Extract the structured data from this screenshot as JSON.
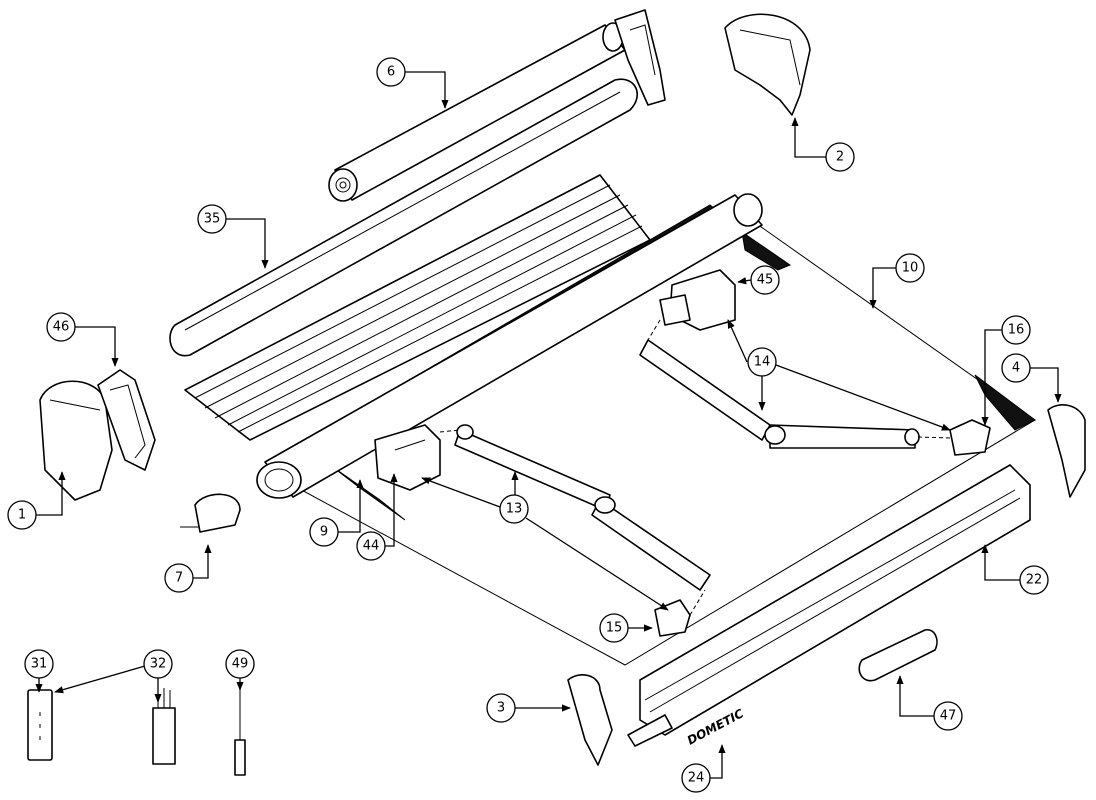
{
  "diagram": {
    "brand": "DOMETIC",
    "callouts": [
      {
        "id": "c1",
        "label": "1"
      },
      {
        "id": "c2",
        "label": "2"
      },
      {
        "id": "c3",
        "label": "3"
      },
      {
        "id": "c4",
        "label": "4"
      },
      {
        "id": "c6",
        "label": "6"
      },
      {
        "id": "c7",
        "label": "7"
      },
      {
        "id": "c9",
        "label": "9"
      },
      {
        "id": "c10",
        "label": "10"
      },
      {
        "id": "c13",
        "label": "13"
      },
      {
        "id": "c14",
        "label": "14"
      },
      {
        "id": "c15",
        "label": "15"
      },
      {
        "id": "c16",
        "label": "16"
      },
      {
        "id": "c22",
        "label": "22"
      },
      {
        "id": "c24",
        "label": "24"
      },
      {
        "id": "c31",
        "label": "31"
      },
      {
        "id": "c32",
        "label": "32"
      },
      {
        "id": "c35",
        "label": "35"
      },
      {
        "id": "c44",
        "label": "44"
      },
      {
        "id": "c45",
        "label": "45"
      },
      {
        "id": "c46",
        "label": "46"
      },
      {
        "id": "c47",
        "label": "47"
      },
      {
        "id": "c49",
        "label": "49"
      }
    ]
  }
}
